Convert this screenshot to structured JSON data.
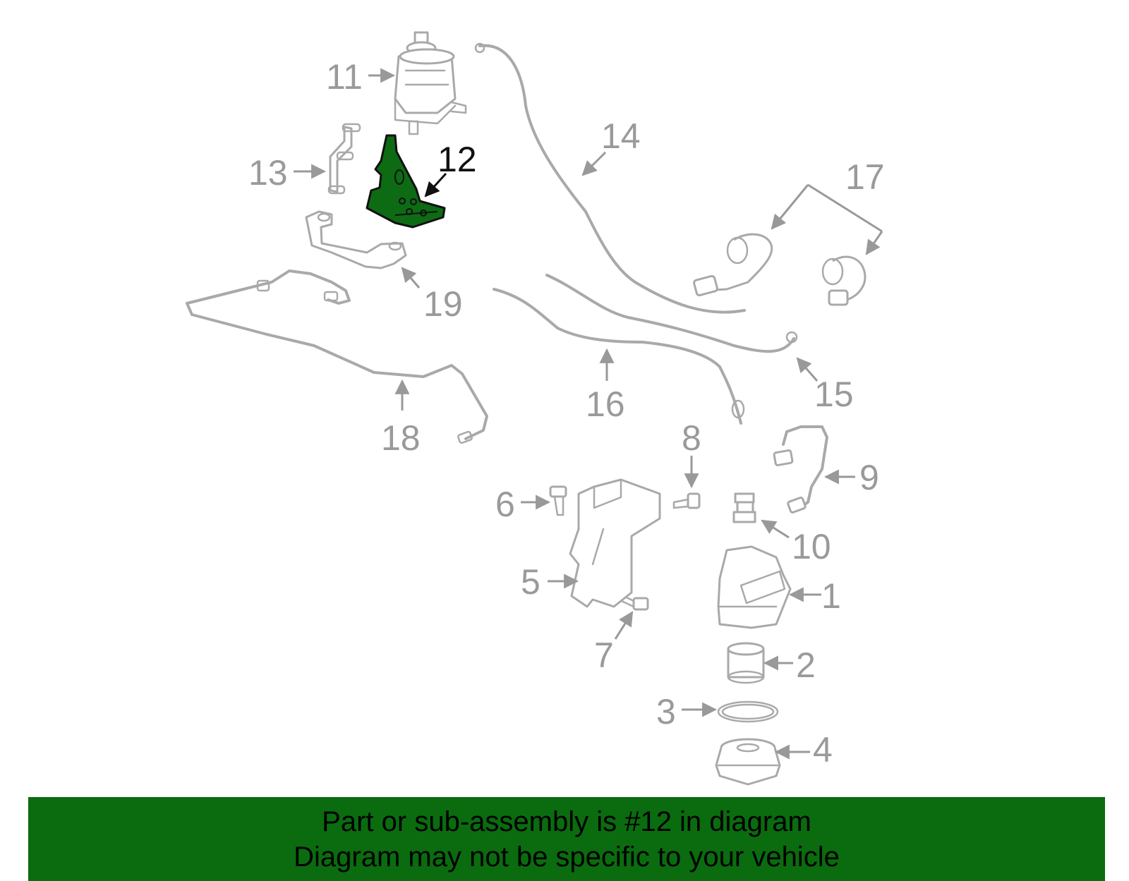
{
  "callouts": {
    "c1": "1",
    "c2": "2",
    "c3": "3",
    "c4": "4",
    "c5": "5",
    "c6": "6",
    "c7": "7",
    "c8": "8",
    "c9": "9",
    "c10": "10",
    "c11": "11",
    "c12": "12",
    "c13": "13",
    "c14": "14",
    "c15": "15",
    "c16": "16",
    "c17": "17",
    "c18": "18",
    "c19": "19"
  },
  "highlight": {
    "part_number": "12",
    "color": "#0b6b0f"
  },
  "banner": {
    "line1": "Part or sub-assembly is #12 in diagram",
    "line2": "Diagram may not be specific to your vehicle"
  }
}
